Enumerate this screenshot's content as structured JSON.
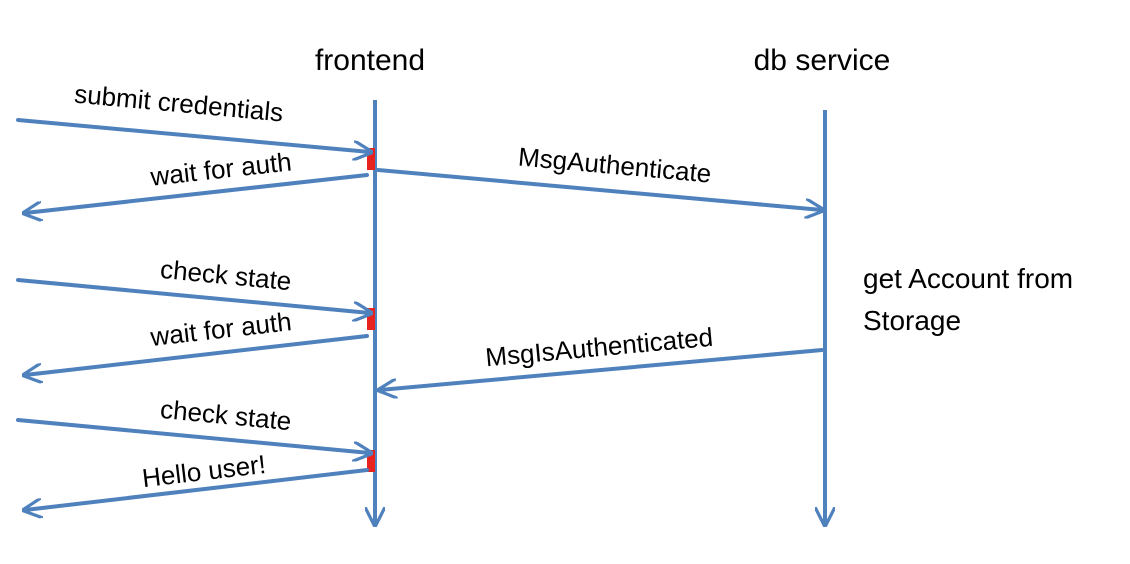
{
  "colors": {
    "line": "#4f81bd",
    "activation": "#e8231f",
    "text": "#000000",
    "background": "#ffffff"
  },
  "lifelines": {
    "frontend": "frontend",
    "db_service": "db service"
  },
  "messages": {
    "submit_credentials": "submit credentials",
    "wait_for_auth_1": "wait for auth",
    "msg_authenticate": "MsgAuthenticate",
    "check_state_1": "check state",
    "wait_for_auth_2": "wait for auth",
    "msg_is_authenticated": "MsgIsAuthenticated",
    "check_state_2": "check state",
    "hello_user": "Hello user!"
  },
  "notes": {
    "get_account_line1": "get Account from",
    "get_account_line2": "Storage"
  }
}
